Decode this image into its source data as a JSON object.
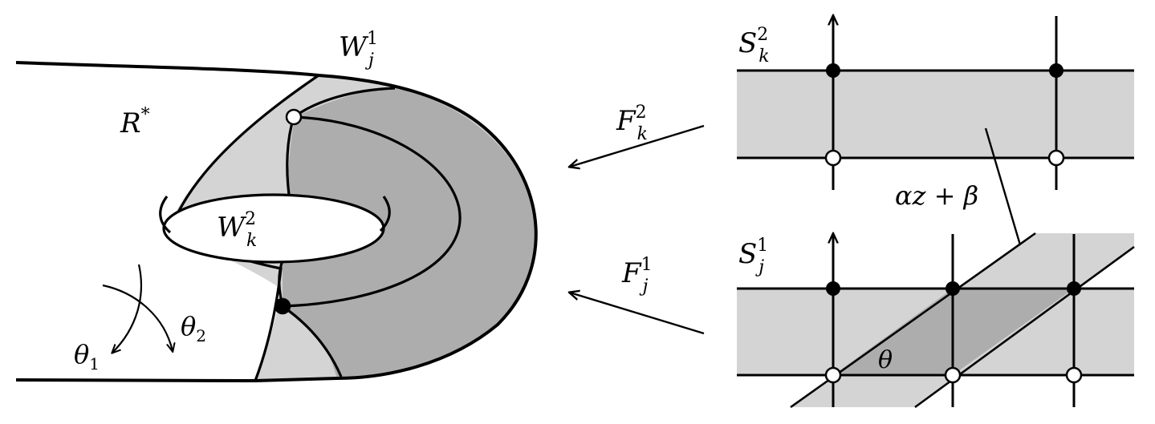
{
  "left_figure": {
    "region_label": {
      "base": "R",
      "sup": "*"
    },
    "wj1_label": {
      "base": "W",
      "sup": "1",
      "sub": "j"
    },
    "wk2_label": {
      "base": "W",
      "sup": "2",
      "sub": "k"
    },
    "theta1_label": {
      "base": "θ",
      "sub": "1"
    },
    "theta2_label": {
      "base": "θ",
      "sub": "2"
    }
  },
  "map_labels": {
    "fk2": {
      "base": "F",
      "sup": "2",
      "sub": "k"
    },
    "fj1": {
      "base": "F",
      "sup": "1",
      "sub": "j"
    }
  },
  "right_top": {
    "label": {
      "base": "S",
      "sup": "2",
      "sub": "k"
    }
  },
  "right_bottom": {
    "label": {
      "base": "S",
      "sup": "1",
      "sub": "j"
    },
    "angle_label": "θ"
  },
  "transform_label": "αz + β",
  "colors": {
    "light_fill": "#d4d4d4",
    "dark_fill": "#adadad",
    "stroke": "#000000",
    "background": "#ffffff"
  }
}
